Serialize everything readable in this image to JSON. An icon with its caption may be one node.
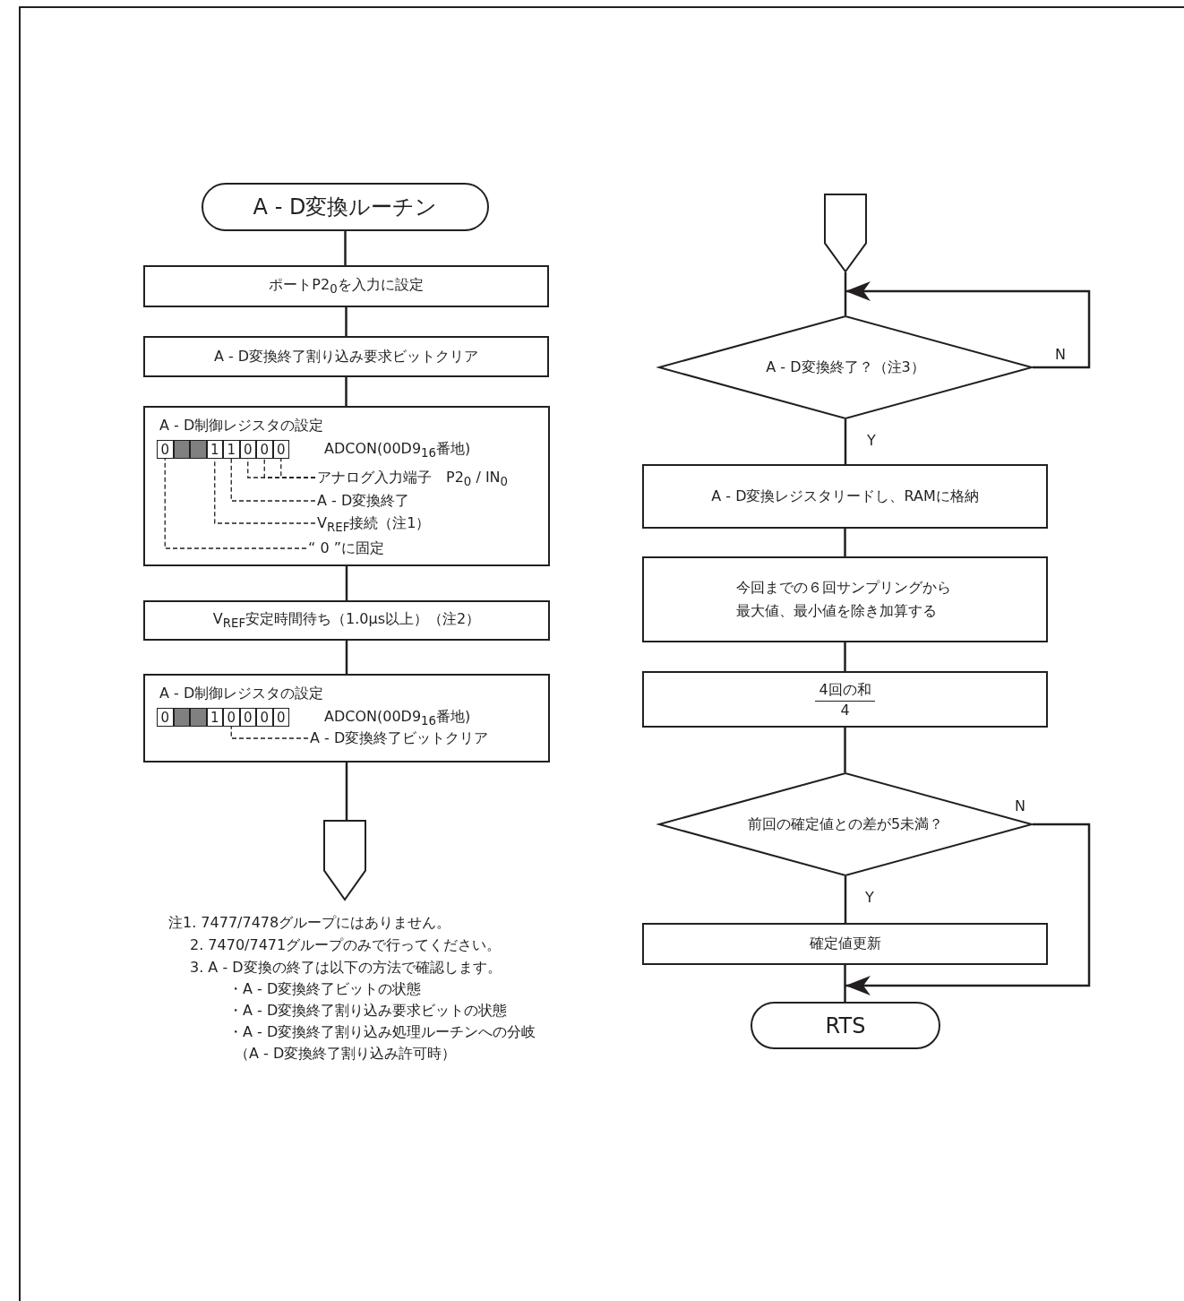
{
  "diagram": {
    "nodes": [
      {
        "text": [
          "A - D変換ルーチン"
        ]
      },
      {
        "text": [
          "ポートP2$_{0}$を入力に設定"
        ]
      },
      {
        "text": [
          "A - D変換終了割り込み要求ビットクリア"
        ]
      },
      {
        "text": [
          "A - D制御レジスタの設定",
          "ADCON(00D9$_{16}$番地)"
        ]
      },
      {
        "text": [
          "0"
        ],
        "in": 3
      },
      {
        "text": [],
        "shape": "box",
        "in": 3
      },
      {
        "text": [],
        "shape": "box",
        "in": 3
      },
      {
        "text": [
          "1"
        ],
        "in": 3
      },
      {
        "text": [
          "1"
        ],
        "in": 3
      },
      {
        "text": [
          "0"
        ],
        "in": 3
      },
      {
        "text": [
          "0"
        ],
        "in": 3
      },
      {
        "text": [
          "0"
        ],
        "in": 3
      },
      {
        "text": [
          "アナログ入力端子　P2$_{0}$ / IN$_{0}$"
        ],
        "in": 3
      },
      {
        "text": [
          "A - D変換終了"
        ],
        "in": 3
      },
      {
        "text": [
          "V$_{REF}$接続（注1）"
        ],
        "in": 3
      },
      {
        "text": [
          "“ 0 ”に固定"
        ],
        "in": 3
      },
      {
        "text": [
          "V$_{REF}$安定時間待ち（1.0μs以上）（注2）"
        ]
      },
      {
        "text": [
          "A - D制御レジスタの設定",
          "ADCON(00D9$_{16}$番地)"
        ]
      },
      {
        "text": [
          "0"
        ],
        "in": 17
      },
      {
        "text": [],
        "shape": "box",
        "in": 17
      },
      {
        "text": [],
        "shape": "box",
        "in": 17
      },
      {
        "text": [
          "1"
        ],
        "in": 17
      },
      {
        "text": [
          "0"
        ],
        "in": 17
      },
      {
        "text": [
          "0"
        ],
        "in": 17
      },
      {
        "text": [
          "0"
        ],
        "in": 17
      },
      {
        "text": [
          "0"
        ],
        "in": 17
      },
      {
        "text": [
          "A - D変換終了ビットクリア"
        ],
        "in": 17
      },
      {
        "text": [],
        "shape": "pentagon"
      },
      {
        "text": [],
        "shape": "pentagon"
      },
      {
        "text": [
          "A - D変換終了？（注3）"
        ]
      },
      {
        "text": [
          "A - D変換レジスタリードし、RAMに格納"
        ]
      },
      {
        "text": [
          "今回までの６回サンプリングから最大値、最小値を除き加算する"
        ]
      },
      {
        "text": [
          "4回の和",
          "4"
        ]
      },
      {
        "text": [
          "前回の確定値との差が5未満？"
        ]
      },
      {
        "text": [
          "確定値更新"
        ]
      },
      {
        "text": [
          "RTS"
        ]
      }
    ],
    "edges": [
      {
        "from": 0,
        "to": 1,
        "arrow": "none"
      },
      {
        "from": 1,
        "to": 2,
        "arrow": "none"
      },
      {
        "from": 2,
        "to": 3,
        "arrow": "none"
      },
      {
        "from": 12,
        "to": 9,
        "arrow": "none",
        "style": "dashed"
      },
      {
        "from": 12,
        "to": 10,
        "arrow": "none",
        "style": "dashed"
      },
      {
        "from": 12,
        "to": 11,
        "arrow": "none",
        "style": "dashed"
      },
      {
        "from": 13,
        "to": 8,
        "arrow": "none",
        "style": "dashed"
      },
      {
        "from": 14,
        "to": 7,
        "arrow": "none",
        "style": "dashed"
      },
      {
        "from": 15,
        "to": 4,
        "arrow": "none",
        "style": "dashed"
      },
      {
        "from": 3,
        "to": 16,
        "arrow": "none"
      },
      {
        "from": 16,
        "to": 17,
        "arrow": "none"
      },
      {
        "from": 26,
        "to": 22,
        "arrow": "none",
        "style": "dashed"
      },
      {
        "from": 17,
        "to": 27,
        "arrow": "none"
      },
      {
        "from": 28,
        "to": 29,
        "arrow": "none"
      },
      {
        "from": 29,
        "to": 29,
        "arrow": "to",
        "label": "N"
      },
      {
        "from": 29,
        "to": 30,
        "arrow": "none",
        "label": "Y"
      },
      {
        "from": 30,
        "to": 31,
        "arrow": "none"
      },
      {
        "from": 31,
        "to": 32,
        "arrow": "none"
      },
      {
        "from": 32,
        "to": 33,
        "arrow": "none"
      },
      {
        "from": 33,
        "to": 34,
        "arrow": "none",
        "label": "Y"
      },
      {
        "from": 34,
        "to": 35,
        "arrow": "none"
      },
      {
        "from": 33,
        "to": 35,
        "arrow": "to",
        "label": "N"
      }
    ],
    "labels": [
      "注1. 7477/7478グループにはありません。",
      "2. 7470/7471グループのみで行ってください。",
      "3. A - D変換の終了は以下の方法で確認します。",
      "・A - D変換終了ビットの状態",
      "・A - D変換終了割り込み要求ビットの状態",
      "・A - D変換終了割り込み処理ルーチンへの分岐",
      "（A - D変換終了割り込み許可時）"
    ]
  }
}
